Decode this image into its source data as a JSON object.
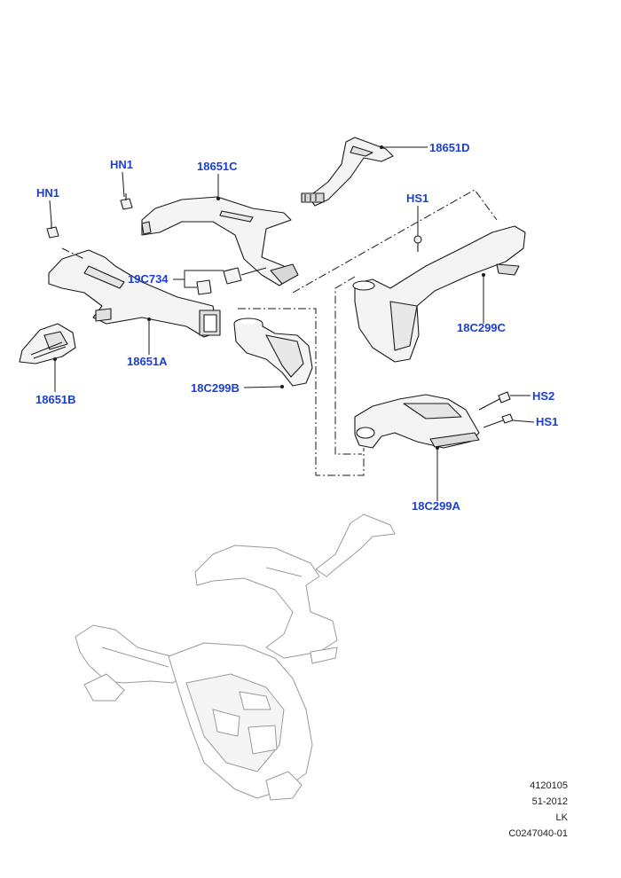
{
  "colors": {
    "callout_text": "#1a3fd6",
    "line_art": "#1a1a1a",
    "ghost_art": "#9a9a9a",
    "part_fill": "#f4f4f4"
  },
  "callouts": {
    "hn1_left": "HN1",
    "hn1_top": "HN1",
    "p18651c": "18651C",
    "p18651d": "18651D",
    "hs1_upper": "HS1",
    "p19c734": "19C734",
    "p18651a": "18651A",
    "p18651b": "18651B",
    "p18c299b": "18C299B",
    "p18c299c": "18C299C",
    "hs2": "HS2",
    "hs1_lower": "HS1",
    "p18c299a": "18C299A"
  },
  "footer": {
    "line1": "4120105",
    "line2": "51-2012",
    "line3": "LK",
    "line4": "C0247040-01"
  },
  "icons": {
    "fastener": "clip-icon",
    "bolt": "bolt-icon"
  }
}
